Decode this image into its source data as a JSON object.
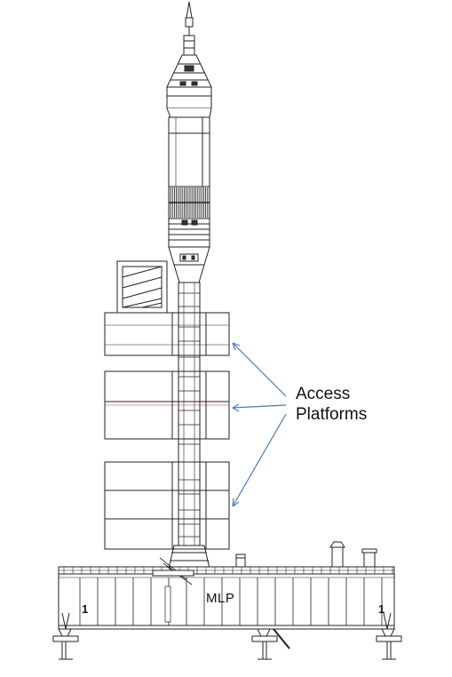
{
  "callout": {
    "line1": "Access",
    "line2": "Platforms",
    "arrow_color": "#4a78b8"
  },
  "base_label": "MLP",
  "corner_labels": [
    "1",
    "1"
  ],
  "line_color": "#222222"
}
